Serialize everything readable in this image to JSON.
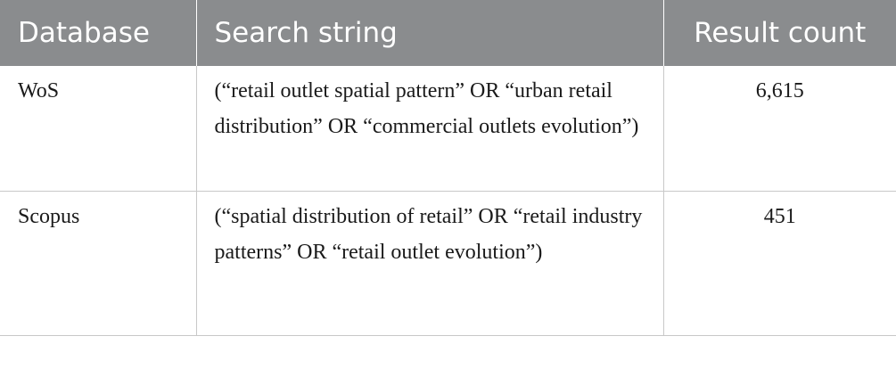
{
  "table": {
    "headers": [
      "Database",
      "Search string",
      "Result count"
    ],
    "rows": [
      {
        "database": "WoS",
        "search_string": "(“retail outlet spatial pattern” OR “urban retail distribution” OR “commercial outlets evolution”)",
        "result_count": "6,615"
      },
      {
        "database": "Scopus",
        "search_string": "(“spatial distribution of retail” OR “retail industry patterns” OR “retail outlet evolution”)",
        "result_count": "451"
      }
    ]
  },
  "colors": {
    "header_bg": "#8a8c8e",
    "header_text": "#ffffff",
    "border": "#c8c8c8",
    "body_text": "#1a1a1a"
  }
}
